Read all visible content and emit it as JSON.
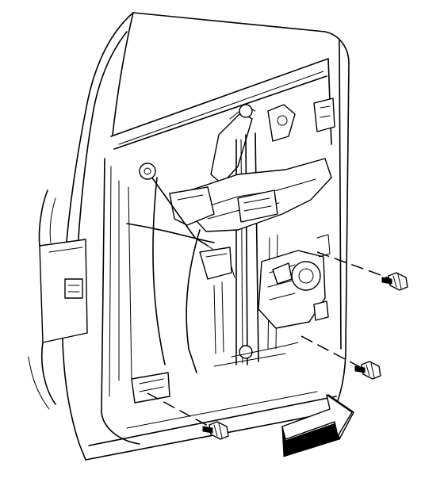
{
  "diagram": {
    "subject": "door-window-regulator-removal",
    "fasteners": [
      {
        "id": "bolt-upper-right"
      },
      {
        "id": "bolt-lower-right"
      },
      {
        "id": "bolt-lower-left"
      }
    ],
    "indicator": {
      "icon": "arrow-right-icon",
      "direction": "forward"
    },
    "colors": {
      "line": "#000000",
      "background": "#ffffff"
    }
  }
}
